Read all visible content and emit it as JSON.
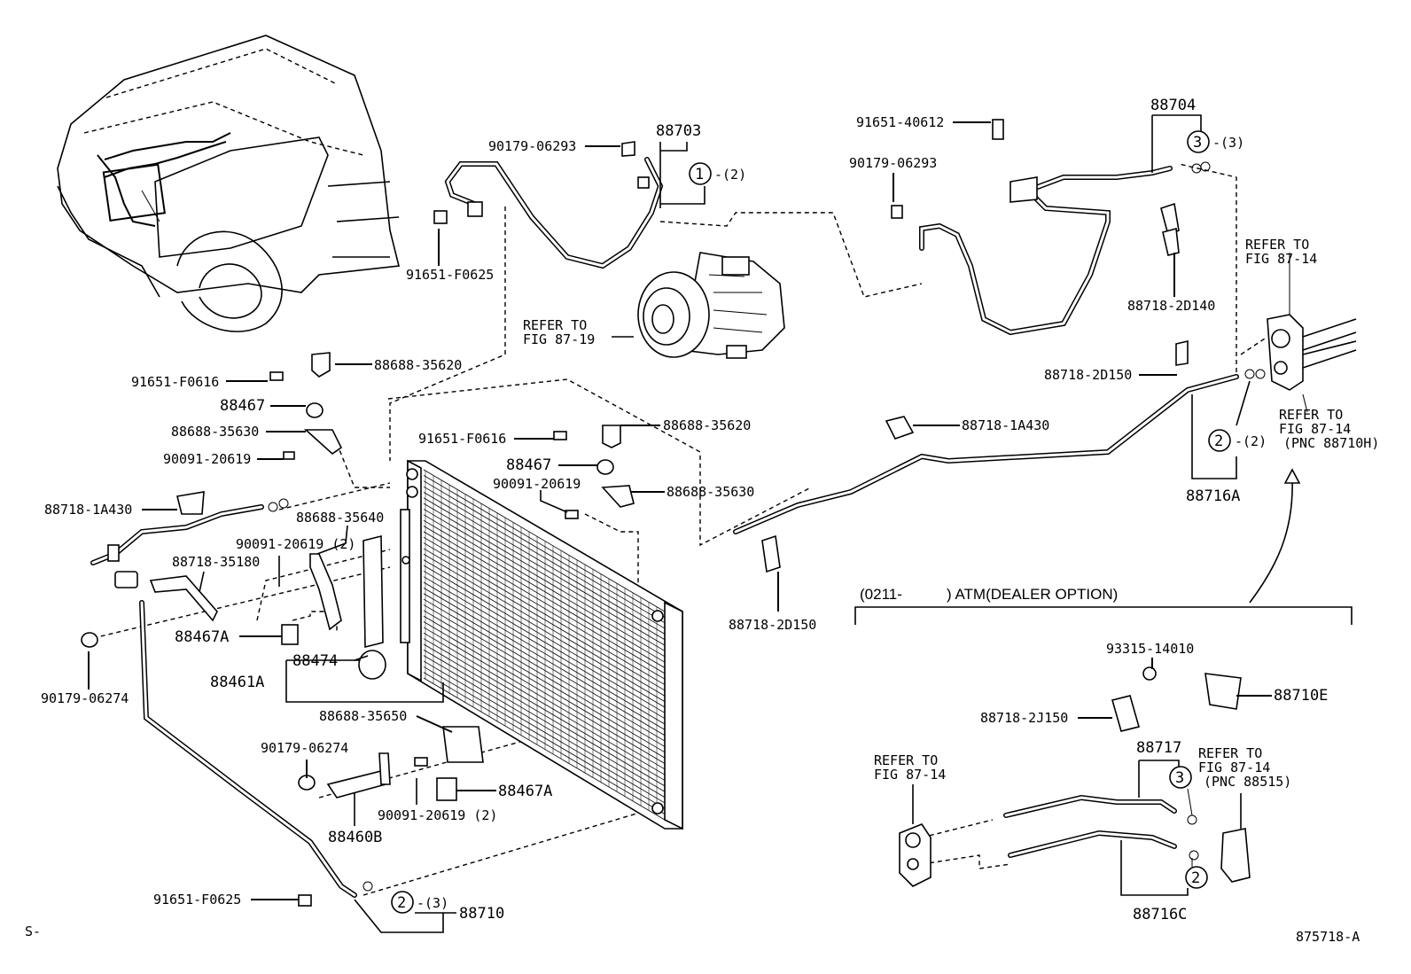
{
  "labels": {
    "l88703": "88703",
    "l90179_top": "90179-06293",
    "l91651_f0625_top": "91651-F0625",
    "l88704": "88704",
    "l91651_40612": "91651-40612",
    "l90179_06293_r": "90179-06293",
    "l88718_2d140": "88718-2D140",
    "l88688_35620_a": "88688-35620",
    "l91651_f0616_a": "91651-F0616",
    "l88467_a": "88467",
    "l88688_35630_a": "88688-35630",
    "l90091_20619_a": "90091-20619",
    "l88718_1a430_a": "88718-1A430",
    "l91651_f0616_b": "91651-F0616",
    "l88688_35620_b": "88688-35620",
    "l88467_b": "88467",
    "l90091_20619_b": "90091-20619",
    "l88688_35630_b": "88688-35630",
    "l88688_35640": "88688-35640",
    "l90091_20619_2a": "90091-20619 (2)",
    "l88718_35180": "88718-35180",
    "l88467a_a": "88467A",
    "l88474": "88474",
    "l88461a": "88461A",
    "l90179_06274_a": "90179-06274",
    "l88688_35650": "88688-35650",
    "l90179_06274_b": "90179-06274",
    "l88467a_b": "88467A",
    "l90091_20619_2b": "90091-20619 (2)",
    "l88460b": "88460B",
    "l91651_f0625_bot": "91651-F0625",
    "l88710": "88710",
    "l88718_2d150_a": "88718-2D150",
    "l88718_1a430_b": "88718-1A430",
    "l88716a": "88716A",
    "l88718_2d150_b": "88718-2D150",
    "l93315": "93315-14010",
    "l88710e": "88710E",
    "l88718_2j150": "88718-2J150",
    "l88717": "88717",
    "l88716c": "88716C",
    "footer_left": "S-",
    "footer_right": "875718-A"
  },
  "circles": {
    "c1": "1",
    "c1q": "-(2)",
    "c3": "3",
    "c3q": "-(3)",
    "c2a": "2",
    "c2aq": "-(2)",
    "c2b": "2",
    "c2bq": "-(3)",
    "c3b": "3",
    "c2c": "2"
  },
  "refers": {
    "r_comp_1": "REFER TO",
    "r_comp_2": "FIG 87-19",
    "r_top_1": "REFER TO",
    "r_top_2": "FIG 87-14",
    "r_pnc_1": "REFER TO",
    "r_pnc_2": "FIG 87-14",
    "r_pnc_3": "(PNC 88710H)",
    "r_atm_l1": "REFER TO",
    "r_atm_l2": "FIG 87-14",
    "r_atm_r1": "REFER TO",
    "r_atm_r2": "FIG 87-14",
    "r_atm_r3": "(PNC 88515)"
  },
  "atm_section": {
    "range": "(0211-",
    "title": ") ATM(DEALER OPTION)"
  }
}
